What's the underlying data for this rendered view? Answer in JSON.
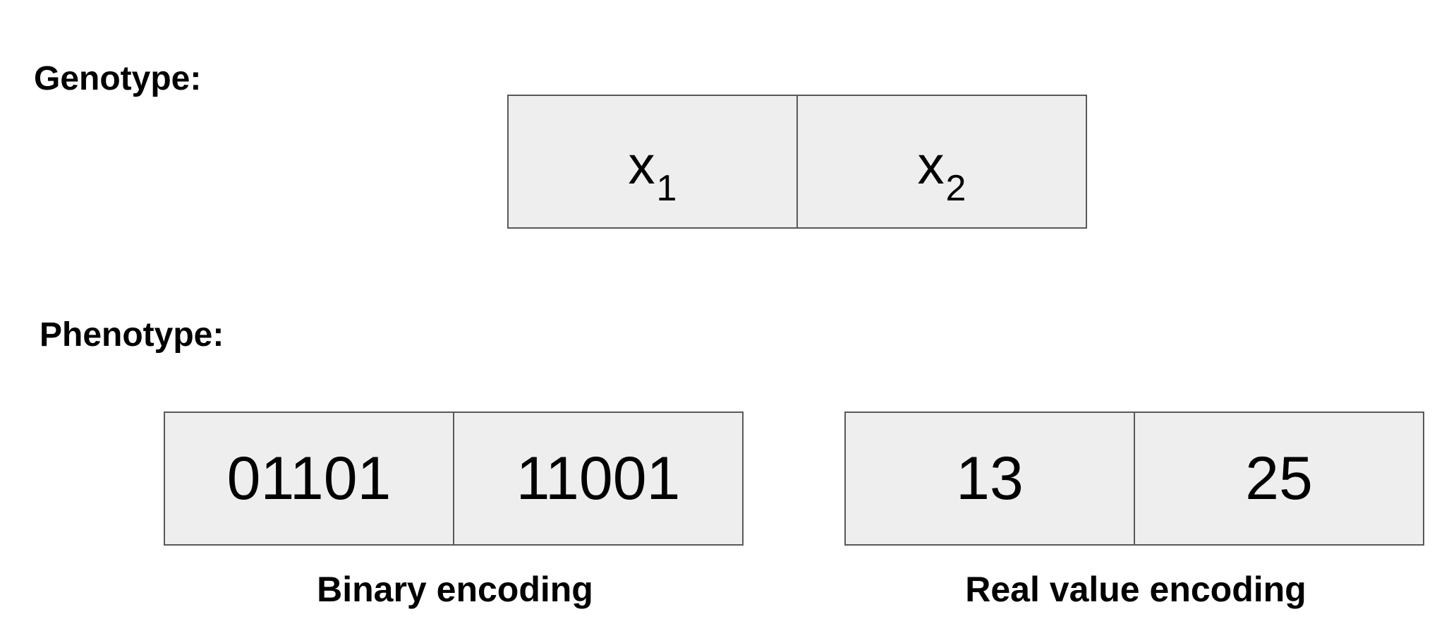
{
  "genotype": {
    "label": "Genotype:",
    "cells": [
      {
        "symbol": "x",
        "subscript": "1"
      },
      {
        "symbol": "x",
        "subscript": "2"
      }
    ]
  },
  "phenotype": {
    "label": "Phenotype:",
    "binary": {
      "values": [
        "01101",
        "11001"
      ],
      "caption": "Binary encoding"
    },
    "real": {
      "values": [
        "13",
        "25"
      ],
      "caption": "Real value encoding"
    }
  },
  "colors": {
    "cell_fill": "#eeeeee",
    "cell_border": "#595959",
    "text": "#000000",
    "background": "#ffffff"
  }
}
